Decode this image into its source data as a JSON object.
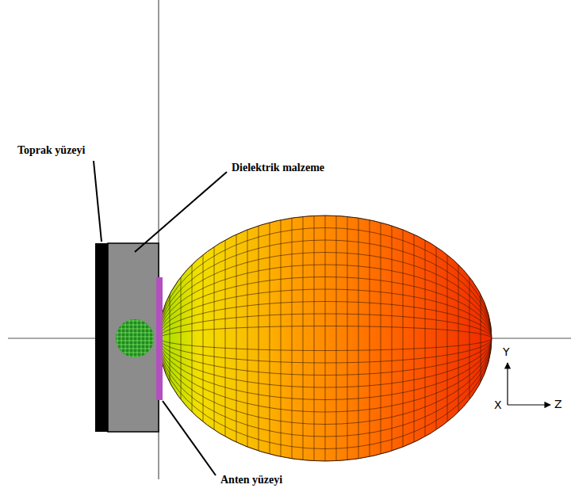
{
  "diagram": {
    "labels": [
      "Toprak yüzeyi",
      "Dielektrik malzeme",
      "Anten yüzeyi",
      "Y",
      "X",
      "Z"
    ]
  }
}
